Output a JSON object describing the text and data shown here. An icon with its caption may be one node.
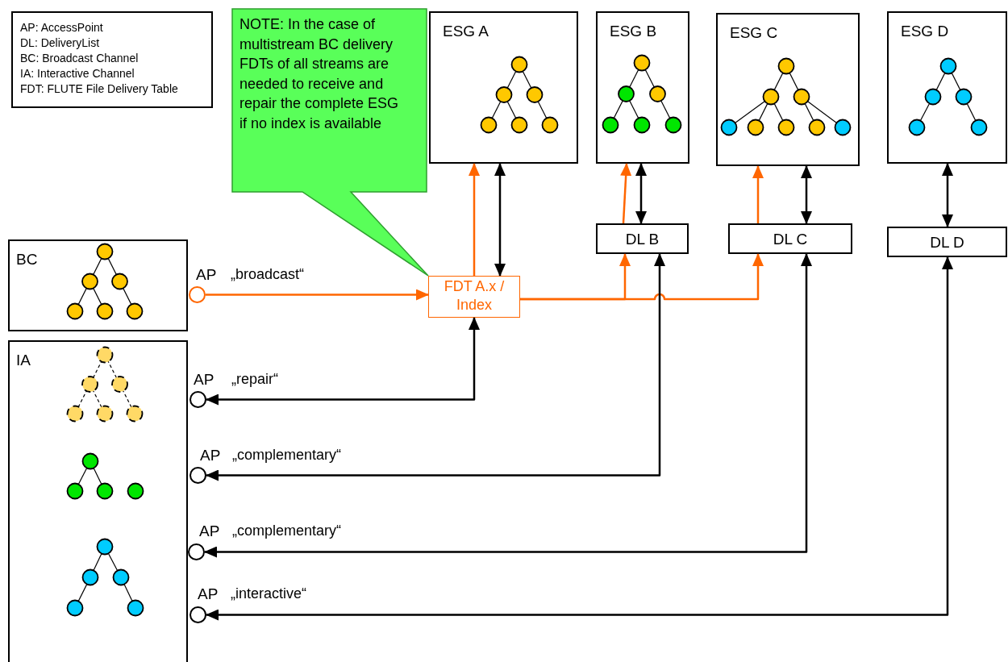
{
  "diagram": {
    "nodes": [
      {
        "text": [
          "AP: AccessPoint",
          "DL: DeliveryList",
          "BC: Broadcast Channel",
          "IA: Interactive Channel",
          "FDT: FLUTE File Delivery Table"
        ]
      },
      {
        "text": [
          "NOTE: In the case of multistream BC delivery FDTs of all streams are needed to receive and repair the complete ESG if no index is available"
        ]
      },
      {
        "text": [
          "ESG A"
        ]
      },
      {
        "text": [
          "ESG B"
        ]
      },
      {
        "text": [
          "ESG C"
        ]
      },
      {
        "text": [
          "ESG D"
        ]
      },
      {
        "text": [
          "DL B"
        ]
      },
      {
        "text": [
          "DL C"
        ]
      },
      {
        "text": [
          "DL D"
        ]
      },
      {
        "text": [
          "BC"
        ]
      },
      {
        "text": [
          "IA"
        ]
      },
      {
        "text": [
          "FDT A.x / Index"
        ]
      },
      {
        "text": [],
        "shape": "circle"
      },
      {
        "text": [],
        "shape": "circle",
        "beside": [
          "AP",
          "„repair“"
        ]
      },
      {
        "text": [],
        "shape": "circle",
        "beside": [
          "AP",
          "„complementary“"
        ]
      },
      {
        "text": [],
        "shape": "circle",
        "beside": [
          "AP",
          "„complementary“"
        ]
      },
      {
        "text": [],
        "shape": "circle",
        "beside": [
          "AP",
          "„interactive“"
        ]
      }
    ],
    "edges": [
      {
        "from": 12,
        "to": 11,
        "arrow": "to",
        "color": "#ff6600"
      },
      {
        "from": 11,
        "to": 2,
        "arrow": "to",
        "color": "#ff6600"
      },
      {
        "from": 11,
        "to": 2,
        "arrow": "both"
      },
      {
        "from": 11,
        "to": 6,
        "arrow": "to",
        "color": "#ff6600"
      },
      {
        "from": 11,
        "to": 7,
        "arrow": "to",
        "color": "#ff6600"
      },
      {
        "from": 6,
        "to": 3,
        "arrow": "to",
        "color": "#ff6600"
      },
      {
        "from": 6,
        "to": 3,
        "arrow": "both"
      },
      {
        "from": 7,
        "to": 4,
        "arrow": "to",
        "color": "#ff6600"
      },
      {
        "from": 7,
        "to": 4,
        "arrow": "both"
      },
      {
        "from": 8,
        "to": 5,
        "arrow": "both"
      },
      {
        "from": 11,
        "to": 13,
        "arrow": "both"
      },
      {
        "from": 6,
        "to": 14,
        "arrow": "both"
      },
      {
        "from": 7,
        "to": 15,
        "arrow": "both"
      },
      {
        "from": 8,
        "to": 16,
        "arrow": "both"
      }
    ],
    "labels": [
      "AP",
      "„broadcast“"
    ]
  }
}
